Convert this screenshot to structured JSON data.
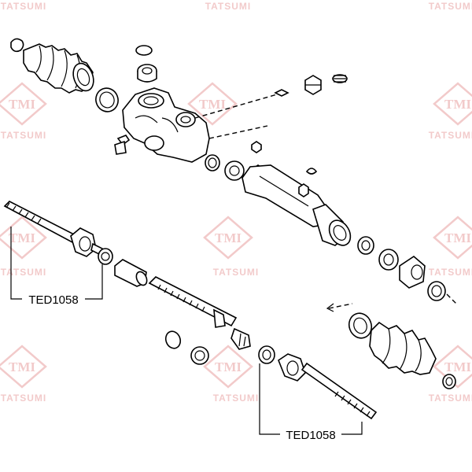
{
  "watermark": {
    "logo_text": "TMI",
    "brand_text": "TATSUMI",
    "color": "#e8a0a0"
  },
  "callouts": [
    {
      "label": "TED1058"
    },
    {
      "label": "TED1058"
    }
  ]
}
